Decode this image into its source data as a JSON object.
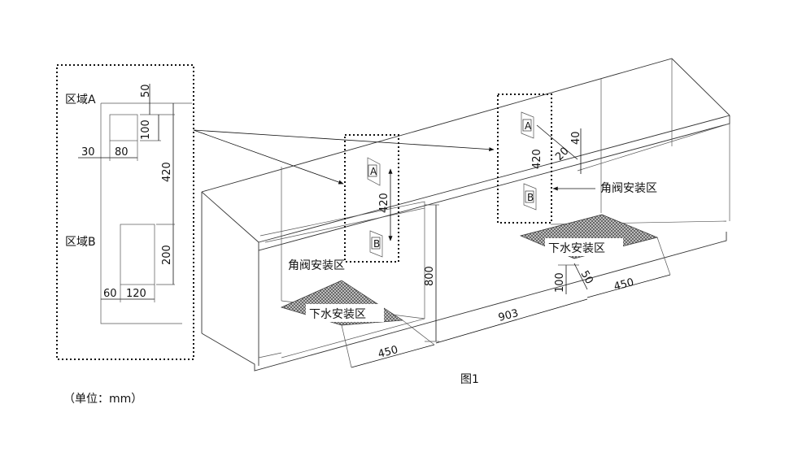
{
  "detail": {
    "zone_a": "区域A",
    "zone_b": "区域B",
    "dim_50": "50",
    "dim_100": "100",
    "dim_30": "30",
    "dim_80": "80",
    "dim_420": "420",
    "dim_200": "200",
    "dim_60": "60",
    "dim_120": "120"
  },
  "left_cabinet": {
    "valve_area": "角阀安装区",
    "drain_area": "下水安装区",
    "dim_420": "420",
    "dim_800": "800",
    "dim_450": "450",
    "mark_a": "A",
    "mark_b": "B"
  },
  "right_cabinet": {
    "valve_area": "角阀安装区",
    "drain_area": "下水安装区",
    "dim_420": "420",
    "dim_40": "40",
    "dim_20": "20",
    "dim_100": "100",
    "dim_50": "50",
    "dim_450": "450",
    "mark_a": "A",
    "mark_b": "B"
  },
  "dim_903": "903",
  "figure_label": "图1",
  "unit_note": "（单位：mm）"
}
